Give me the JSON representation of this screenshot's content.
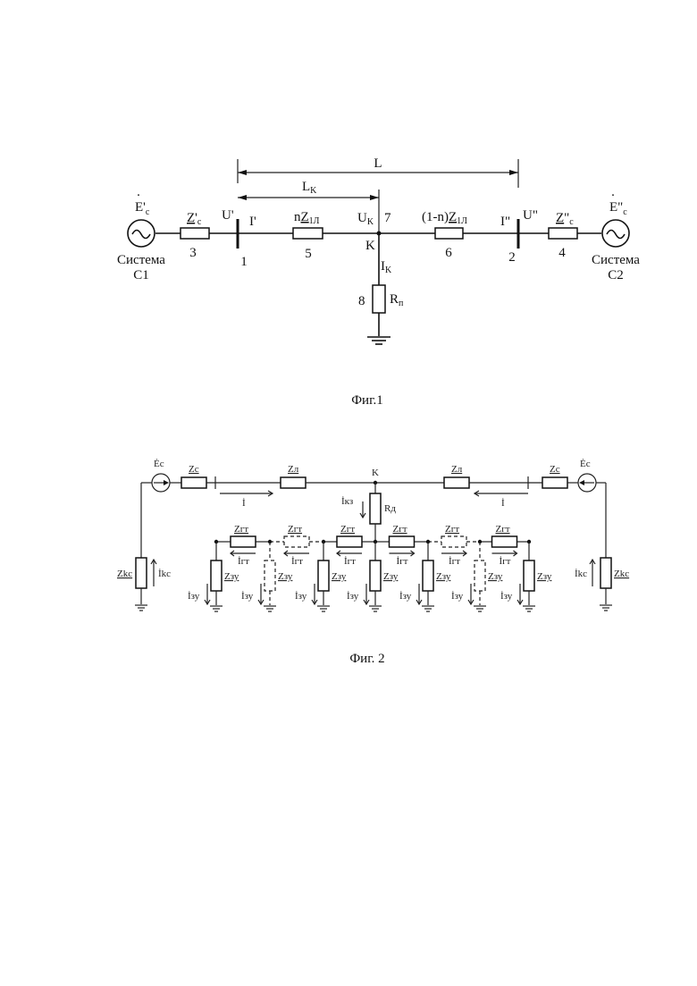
{
  "figure1": {
    "caption": "Фиг.1",
    "length_L": "L",
    "length_LK": "L",
    "length_LK_sub": "K",
    "source_left": {
      "emf": "E",
      "emf_prime": "'",
      "emf_sub": "c",
      "label_line1": "Система",
      "label_line2": "C1"
    },
    "source_right": {
      "emf": "E",
      "emf_prime": "\"",
      "emf_sub": "c",
      "label_line1": "Система",
      "label_line2": "C2"
    },
    "Zc_left": {
      "label": "Z",
      "prime": "'",
      "sub": "c",
      "number": "3"
    },
    "Zc_right": {
      "label": "Z",
      "prime": "\"",
      "sub": "c",
      "number": "4"
    },
    "bus1": {
      "voltage": "U'",
      "current": "I'",
      "number": "1"
    },
    "bus2": {
      "voltage": "U\"",
      "current": "I\"",
      "number": "2"
    },
    "line_left": {
      "prefix": "n",
      "label": "Z",
      "sub": "1Л",
      "number": "5"
    },
    "line_right": {
      "prefix": "(1-n)",
      "label": "Z",
      "sub": "1Л",
      "number": "6"
    },
    "fault_node": {
      "voltage": "U",
      "voltage_sub": "K",
      "number": "7",
      "label": "K",
      "current": "I",
      "current_sub": "K"
    },
    "fault_resistor": {
      "label": "R",
      "sub": "п",
      "number": "8"
    }
  },
  "figure2": {
    "caption": "Фиг. 2",
    "emf_left": "Ėc",
    "emf_right": "Ėc",
    "Zc_left": "Zc",
    "Zc_right": "Zc",
    "Zl_left": "Zл",
    "Zl_right": "Zл",
    "node_K": "K",
    "fault_current": "İкз",
    "fault_resistor": "Rд",
    "current_left": "İ",
    "current_right": "İ",
    "Zkc_left": "Zkc",
    "Zkc_right": "Zkc",
    "Ikc_left": "İkc",
    "Ikc_right": "İkc",
    "Zgt_label": "Zгт",
    "Igt_label": "İгт",
    "Zzy_label": "Zзу",
    "Izy_label": "İзу",
    "Zzy_center": "Zзу",
    "Izy_center": "İзу"
  }
}
